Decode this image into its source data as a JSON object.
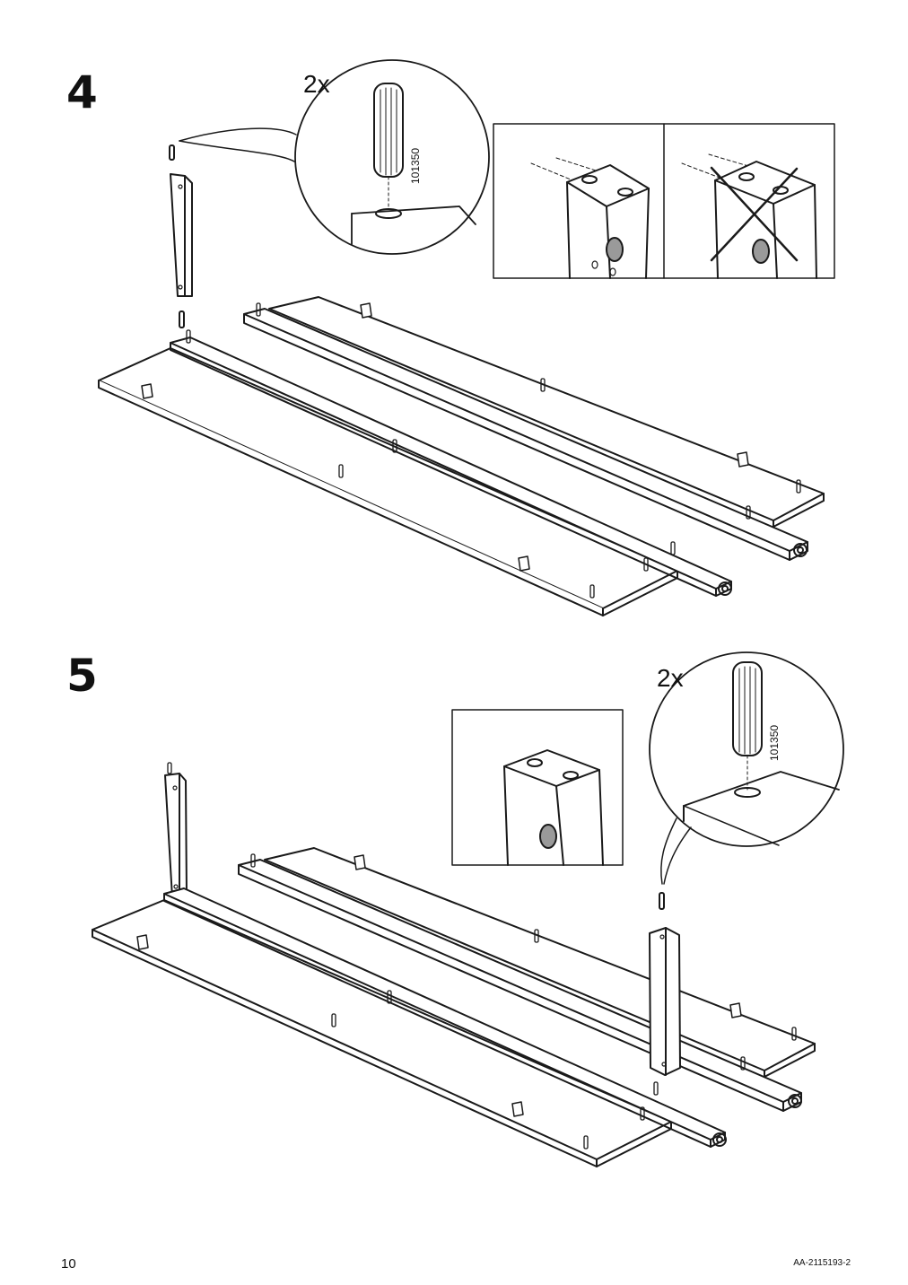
{
  "page": {
    "page_number": "10",
    "doc_code": "AA-2115193-2"
  },
  "steps": [
    {
      "number": "4",
      "callout_qty": "2x",
      "part_code": "101350"
    },
    {
      "number": "5",
      "callout_qty": "2x",
      "part_code": "101350"
    }
  ],
  "colors": {
    "line": "#1a1a1a",
    "hole_fill": "#9a9a9a"
  }
}
